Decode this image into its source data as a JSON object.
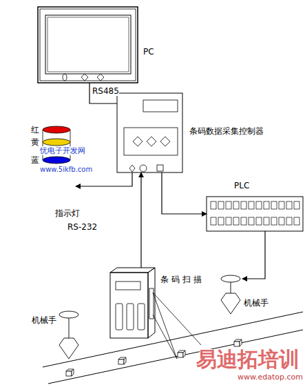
{
  "diagram": {
    "nodes": [
      {
        "text": [
          "PC"
        ]
      },
      {
        "text": [
          "条码数据采集控制器"
        ]
      },
      {
        "text": [
          "指示灯"
        ]
      },
      {
        "text": [
          "PLC"
        ]
      },
      {
        "text": [
          "条码扫描"
        ]
      },
      {
        "text": [
          "机械手"
        ]
      },
      {
        "text": [
          "机械手"
        ]
      }
    ],
    "edges": [
      {
        "from": 0,
        "to": 1,
        "arrow": "none",
        "label": "RS485"
      },
      {
        "from": 1,
        "to": 2,
        "arrow": "to"
      },
      {
        "from": 1,
        "to": 3,
        "arrow": "to"
      },
      {
        "from": 4,
        "to": 1,
        "arrow": "to",
        "label": "RS-232"
      },
      {
        "from": 3,
        "to": 5,
        "arrow": "to"
      }
    ],
    "labels": [
      "红",
      "黄",
      "蓝",
      "忧电子开发网",
      "www.5ikfb.com",
      "易迪拓培训",
      "www.edatop.com"
    ]
  }
}
